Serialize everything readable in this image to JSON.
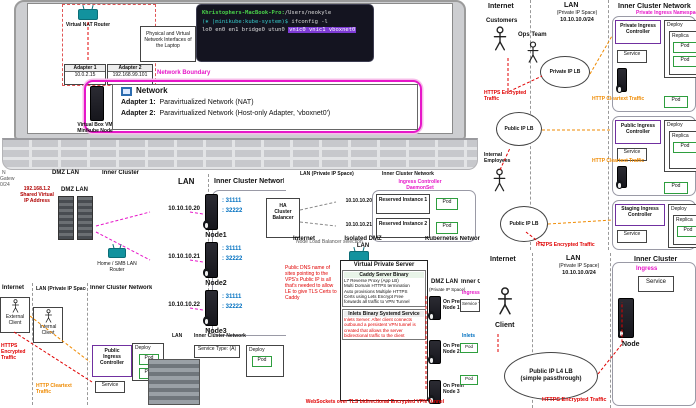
{
  "colors": {
    "magenta_accent": "#e616c8",
    "https_red": "#e00000",
    "http_orange": "#ef8a00",
    "port_blue": "#0070c0",
    "terminal_green": "#49d049",
    "terminal_cyan": "#35c9c9"
  },
  "laptop": {
    "router_label": "Virtual NAT Router",
    "terminal": {
      "host": "Khristophers-MacBook-Pro:",
      "path": "/Users/neokyle",
      "prompt_ctx": "(⎈ |minikube:kube-system)$",
      "cmd": " ifconfig -l",
      "out_plain": "lo0 en0 en1 bridge0 utun0",
      "out_highlight": "vnic0 vnic1 vboxnet0"
    },
    "interfaces_note": "Physical and Virtual Network Interfaces of the Laptop",
    "adapters": [
      {
        "name": "Adapter 1",
        "ip": "10.0.2.15"
      },
      {
        "name": "Adapter 2",
        "ip": "192.168.99.101"
      }
    ],
    "boundary_label": "Network Boundary",
    "network": {
      "title": "Network",
      "rows": [
        {
          "name": "Adapter 1:",
          "desc": "Paravirtualized Network (NAT)"
        },
        {
          "name": "Adapter 2:",
          "desc": "Paravirtualized Network (Host-only Adapter, 'vboxnet0')"
        }
      ]
    },
    "vm_label": "Virtual Box VM Minikube Node"
  },
  "dmz": {
    "header_left": "DMZ LAN",
    "header_right": "Inner Cluster",
    "edge_fragments": [
      "N",
      "Gatew",
      "0/24"
    ],
    "shared_ip": [
      "192.168.1.2",
      "Shared Virtual",
      "IP Address"
    ],
    "rack_label": "DMZ LAN",
    "router_label": "Home / SMB LAN Router"
  },
  "nodes": {
    "header_lan": "LAN",
    "header_cluster": "Inner Cluster Network",
    "items": [
      {
        "ip": "10.10.10.20",
        "name": "Node1",
        "port1": ": 31111",
        "port2": ": 32222"
      },
      {
        "ip": "10.10.10.21",
        "name": "Node2",
        "port1": ": 31111",
        "port2": ": 32222"
      },
      {
        "ip": "10.10.10.22",
        "name": "Node3",
        "port1": ": 31111",
        "port2": ": 32222"
      }
    ]
  },
  "mini_ingress": {
    "headers": [
      "Internet",
      "LAN (Private IP Space)",
      "Inner Cluster Network"
    ],
    "clients": [
      "External Client",
      "Internal Client"
    ],
    "controller": "Public Ingress Controller",
    "service": "Service",
    "deploy": "Deploy",
    "pod": "Pod",
    "https_label": "HTTPS Encrypted Traffic",
    "http_label": "HTTP Cleartext Traffic",
    "sub_headers": [
      "LAN",
      "Inner Cluster Network"
    ],
    "sub_service": "Service Type: (A)",
    "sub_deploy": "Deploy",
    "sub_pod": "Pod"
  },
  "halb": {
    "header_lan": "LAN (Private IP Space)",
    "header_cluster": "Inner Cluster Network",
    "daemonset": [
      "Ingress Controller",
      "DaemonSet"
    ],
    "lb_box": [
      "HA",
      "Cluster",
      "Balancer"
    ],
    "instances": [
      {
        "ip": "10.10.10.20",
        "label": "Reserved Instance 1",
        "pod": "Pod"
      },
      {
        "ip": "10.10.10.21",
        "label": "Reserved Instance 2",
        "pod": "Pod"
      }
    ],
    "caption": "Node Load Balancer selection"
  },
  "vps": {
    "headers": [
      "Internet",
      "Isolated DMZ LAN",
      "Kubernetes Network"
    ],
    "dns_note": "Public DNS name of sites pointing to the VPS's Public IP is all that's needed to allow LE to give TLS Certs to Caddy",
    "box_title": "Virtual Private Server",
    "caddy_title": "Caddy Server Binary",
    "caddy_lines": [
      "L7 Reverse Proxy (App LB)",
      "Multi Domain HTTPS termination",
      "Auto provisions Multiple HTTPS",
      "Certs using Lets Encrypt Free",
      "forwards all traffic to VPN Tunnel"
    ],
    "inlets_title": "Inlets Binary Systemd Service",
    "inlets_text": "Inlets Server: After client connects outbound a persistent VPN tunnel is created that allows the server bidirectional traffic to the client",
    "onprem": [
      "On Prem Node 1",
      "On Prem Node 2",
      "On Prem Node 3"
    ],
    "side_headers": [
      "DMZ LAN",
      "(Private IP Space)",
      "Inner Cluster"
    ],
    "ingress_label": "Ingress",
    "service_label": "Service Type:",
    "inlets_label": "Inlets",
    "pod": "Pod",
    "tunnel_caption": "WebSockets over TLS bidirectional Encrypted VPN Tunnel"
  },
  "flows_top": {
    "headers": {
      "internet": "Internet",
      "lan": "LAN",
      "lan_sub": "(Private IP Space)",
      "lan_ip": "10.10.10.0/24",
      "cluster": "Inner Cluster Network"
    },
    "customers": "Customers",
    "ops": "Ops Team",
    "private_lb": "Private IP LB",
    "public_lb1": "Public IP LB",
    "public_lb2": "Public IP LB",
    "internal_emp": [
      "Internal",
      "Employees"
    ],
    "https1": "HTTPS Encrypted Traffic",
    "https2": "HTTPS Encrypted Traffic",
    "http1": "HTTP Cleartext Traffic",
    "http2": "HTTP Cleartext Traffic",
    "ns_label": "Private Ingress Namespace",
    "groups": [
      {
        "controller": "Private Ingress Controller",
        "service": "Service",
        "deploy": "Deploy",
        "replica": "Replica",
        "pod": "Pod"
      },
      {
        "controller": "Public Ingress Controller",
        "service": "Service",
        "deploy": "Deploy",
        "replica": "Replica",
        "pod": "Pod"
      },
      {
        "controller": "Staging Ingress Controller",
        "service": "Service",
        "deploy": "Deploy",
        "replica": "Replica",
        "pod": "Pod"
      }
    ]
  },
  "flows_bottom": {
    "headers": {
      "internet": "Internet",
      "lan": "LAN",
      "lan_sub": "(Private IP Space)",
      "lan_ip": "10.10.10.0/24",
      "cluster": "Inner Cluster"
    },
    "client": "Client",
    "lb": [
      "Public IP L4 LB",
      "(simple passthrough)"
    ],
    "ingress": "Ingress",
    "service": "Service",
    "node": "Node",
    "https": "HTTPS Encrypted Traffic"
  }
}
